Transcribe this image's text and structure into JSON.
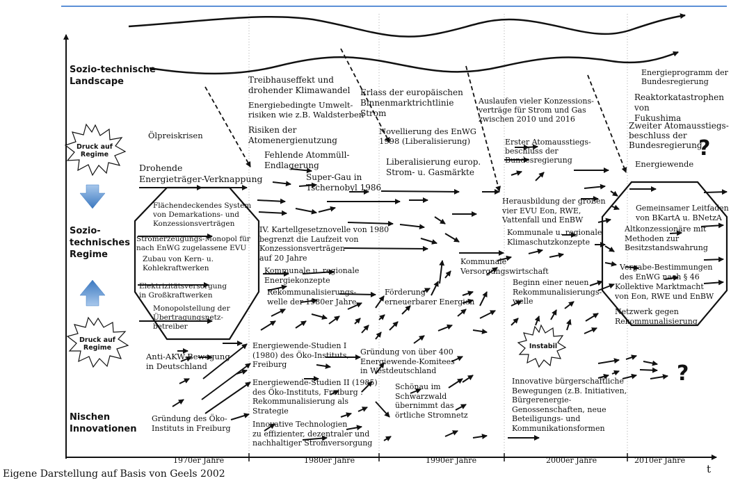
{
  "levels": {
    "landscape": "Sozio-technische\nLandscape",
    "regime": "Sozio-\ntechnisches\nRegime",
    "niche": "Nischen\nInnovationen"
  },
  "decades": [
    "1970er Jahre",
    "1980er Jahre",
    "1990er Jahre",
    "2000er Jahre",
    "2010er Jahre"
  ],
  "time_axis_label": "t",
  "caption": "Eigene Darstellung auf Basis von Geels 2002",
  "stars": {
    "pressure_top": "Druck auf\nRegime",
    "pressure_bottom": "Druck auf\nRegime",
    "unstable": "Instabil"
  },
  "landscape_items": {
    "oil_crisis": "Ölpreiskrisen",
    "resource_scarcity": "Drohende\nEnergieträger-Verknappung",
    "greenhouse": "Treibhauseffekt und\ndrohender Klimawandel",
    "env_risks": "Energiebedingte Umwelt-\nrisiken wie z.B. Waldsterben",
    "nuclear_risks": "Risiken der\nAtomenergienutzung",
    "waste_storage": "Fehlende Atommüll-\nEndlagerung",
    "chernobyl": "Super-Gau in\nTschernobyl 1986",
    "eu_directive": "Erlass der europäischen\nBinnenmarktrichtlinie\nStrom",
    "enwg_1998": "Novellierung des EnWG\n1998 (Liberalisierung)",
    "liberalisation": "Liberalisierung europ.\nStrom- u. Gasmärkte",
    "concession_expiry": "Auslaufen vieler Konzessions-\nverträge für Strom und Gas\nzwischen 2010 und 2016",
    "first_phaseout": "Erster Atomausstiegs-\nbeschluss der\nBundesregierung",
    "energy_programme": "Energieprogramm der\nBundesregierung",
    "fukushima": "Reaktorkatastrophen von\nFukushima",
    "second_phaseout": "Zweiter Atomausstiegs-\nbeschluss der\nBundesregierung",
    "energiewende": "Energiewende",
    "question": "?"
  },
  "regime_items": {
    "demarcation": "Flächendeckendes System\nvon Demarkations- und\nKonzessionsverträgen",
    "monopoly": "Stromerzeugungs-Monopol für\nnach EnWG zugelassene EVU",
    "expansion": "Zubau von Kern- u.\nKohlekraftwerken",
    "supply": "Elektrizitätsversorgung\nin Großkraftwerken",
    "grid_monopoly": "Monopolstellung der\nÜbertragungsnetz-\nbetreiber",
    "cartel_law": "IV. Kartellgesetznovelle von 1980\nbegrenzt die Laufzeit von\nKonzessionsverträgen\nauf 20 Jahre",
    "energy_concepts": "Kommunale u. regionale\nEnergiekonzepte",
    "remunic_80s": "Rekommunalisierungs-\nwelle der 1980er Jahre",
    "renewables": "Förderung\nerneuerbarer Energien",
    "municipal_supply": "Kommunale\nVersorgungswirtschaft",
    "big_four": "Herausbildung der großen\nvier EVU Eon, RWE,\nVattenfall und EnBW",
    "climate_concepts": "Kommunale u. regionale\nKlimaschutzkonzepte",
    "new_wave": "Beginn einer neuen\nRekommunalisierungs-\nwelle",
    "guideline": "Gemeinsamer Leitfaden\nvon BKartA u. BNetzA",
    "old_concessions": "Altkonzessionäre mit\nMethoden zur\nBesitzstandswahrung",
    "enwg_46": "Vergabe-Bestimmungen\ndes EnWG nach § 46",
    "market_power": "Kollektive Marktmacht\nvon Eon, RWE und EnBW",
    "network": "Netzwerk gegen\nRekommunalisierung"
  },
  "niche_items": {
    "anti_nuclear": "Anti-AKW-Bewegung\nin Deutschland",
    "oeko_founding": "Gründung des Öko-\nInstituts in Freiburg",
    "studies_1": "Energiewende-Studien I\n(1980) des Öko-Instituts,\nFreiburg",
    "studies_2": "Energiewende-Studien II (1985)\ndes Öko-Instituts, Freiburg :\nRekommunalisierung als\nStrategie",
    "innovative_tech": "Innovative Technologien\nzu effizienter, dezentraler und\nnachhaltiger Stromversorgung",
    "committees": "Gründung von über 400\nEnergiewende-Komitees\nin Westdeutschland",
    "schoenau": "Schönau im\nSchwarzwald\nübernimmt das\nörtliche Stromnetz",
    "citizen_movements": "Innovative bürgerschaftliche\nBewegungen (z.B. Initiativen,\nBürgerenergie-\nGenossenschaften, neue\nBeteiligungs- und\nKommunikationsformen",
    "question": "?"
  },
  "colors": {
    "top_rule": "#5b8fd6",
    "pressure_arrow": "#4a86c8",
    "ink": "#111111"
  }
}
